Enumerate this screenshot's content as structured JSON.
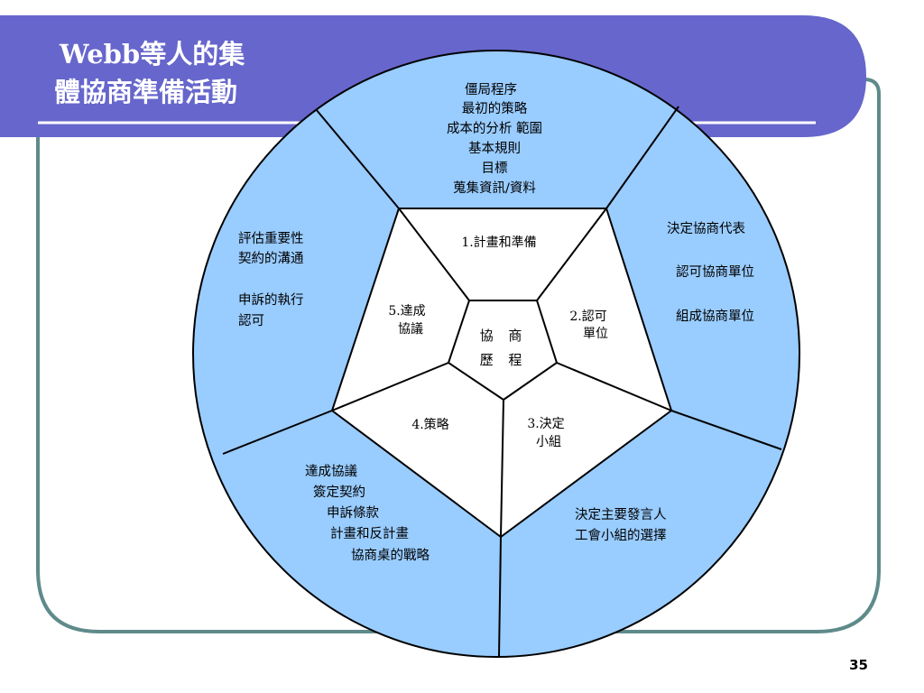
{
  "colors": {
    "title_band": "#6666CC",
    "frame_border": "#5F8A8B",
    "outer_ring_fill": "#99CCFF",
    "inner_fill": "#FFFFFF",
    "line": "#000000"
  },
  "title": {
    "line1": "Webb等人的集",
    "line2": "體協商準備活動"
  },
  "page_number": "35",
  "center": {
    "line1": "協 商",
    "line2": "歷 程"
  },
  "stages": [
    {
      "label_lines": [
        "1.計畫和準備"
      ]
    },
    {
      "label_lines": [
        "2.認可",
        "單位"
      ]
    },
    {
      "label_lines": [
        "3.決定",
        "小組"
      ]
    },
    {
      "label_lines": [
        "4.策略"
      ]
    },
    {
      "label_lines": [
        "5.達成",
        "協議"
      ]
    }
  ],
  "outer_sections": [
    {
      "lines": [
        "僵局程序",
        "最初的策略",
        "成本的分析  範圍",
        "基本規則",
        "目標",
        "蒐集資訊/資料"
      ]
    },
    {
      "lines": [
        "決定協商代表",
        "認可協商單位",
        "組成協商單位"
      ]
    },
    {
      "lines": [
        "決定主要發言人",
        "工會小組的選擇"
      ]
    },
    {
      "lines": [
        "達成協議",
        "簽定契約",
        "申訴條款",
        "計畫和反計畫",
        "協商桌的戰略"
      ]
    },
    {
      "lines": [
        "評估重要性",
        "契約的溝通",
        "申訴的執行",
        "認可"
      ]
    }
  ]
}
